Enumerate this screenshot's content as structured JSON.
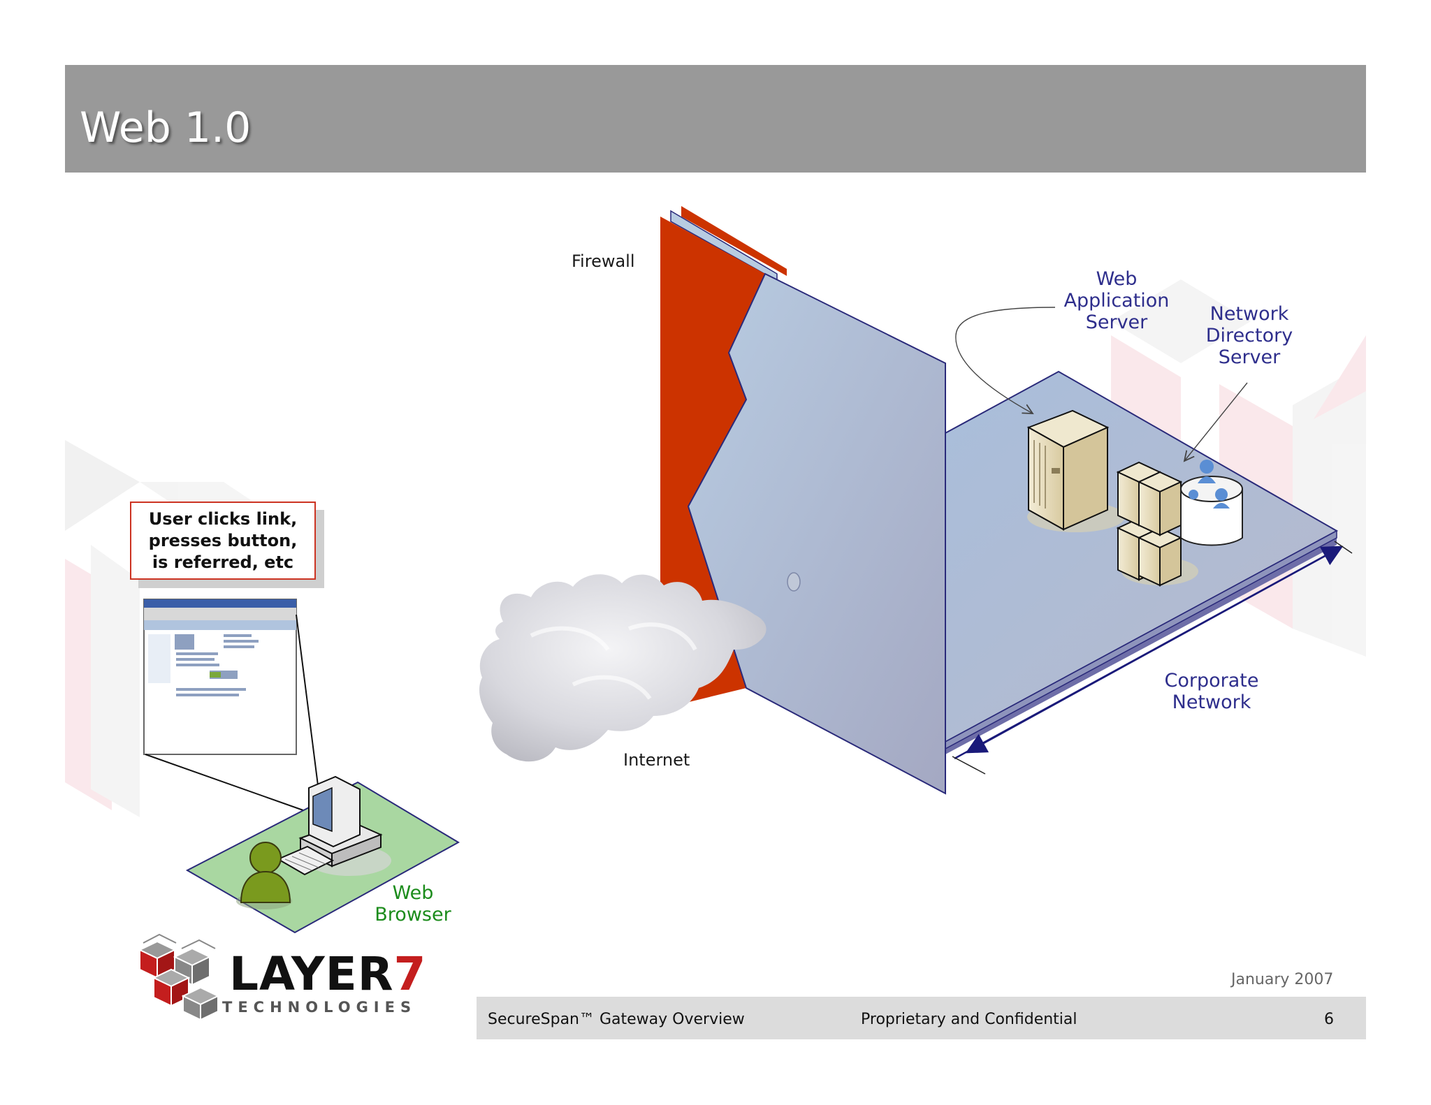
{
  "slide": {
    "title": "Web 1.0"
  },
  "diagram": {
    "firewall_label": "Firewall",
    "internet_label": "Internet",
    "web_app_server_label": "Web\nApplication\nServer",
    "network_directory_label": "Network\nDirectory\nServer",
    "corporate_network_label": "Corporate\nNetwork",
    "web_browser_label": "Web\nBrowser",
    "callout_text": "User clicks link,\npresses button,\nis referred, etc"
  },
  "footer": {
    "product": "SecureSpan™ Gateway Overview",
    "confidentiality": "Proprietary and Confidential",
    "page_number": "6",
    "date": "January 2007"
  },
  "logo": {
    "word": "LAYER",
    "number": "7",
    "subtitle": "TECHNOLOGIES"
  },
  "colors": {
    "title_bar": "#999999",
    "firewall_red": "#cc3300",
    "panel_blue": "#b4c6dc",
    "label_blue": "#2e2e8c",
    "label_green": "#1c8c1c",
    "callout_border": "#cc3322",
    "footer_bar": "#dcdcdc",
    "logo_red": "#c41e1e"
  }
}
